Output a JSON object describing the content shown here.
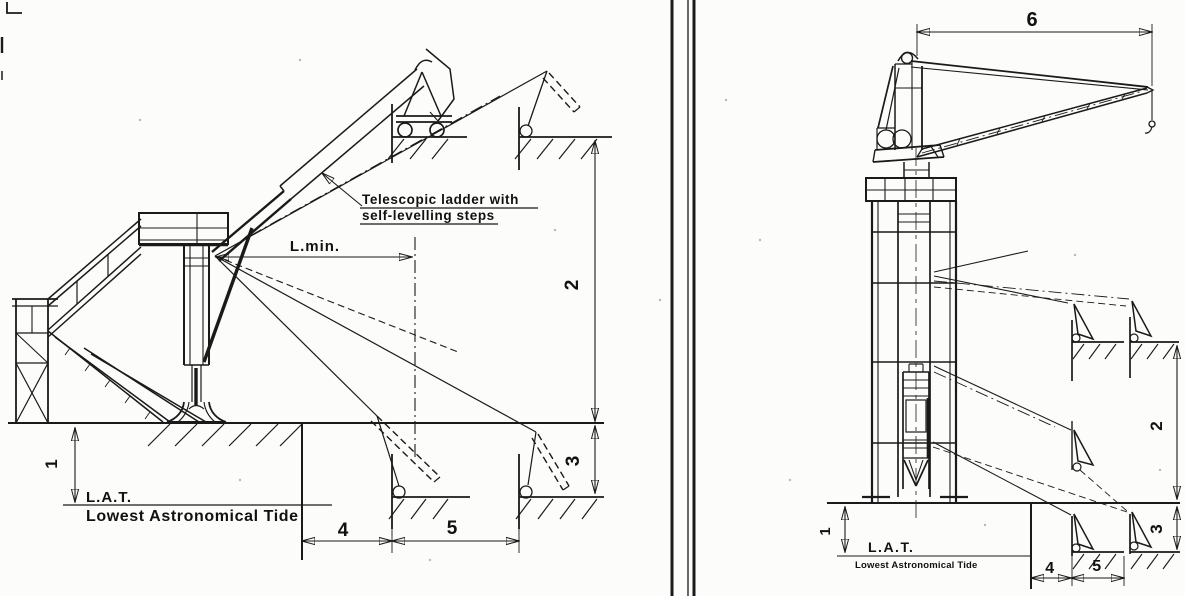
{
  "palette": {
    "ink": "#1a1a1a",
    "paper": "#fcfcfa"
  },
  "left_view": {
    "callout": {
      "line1": "Telescopic ladder with",
      "line2": "self-levelling steps"
    },
    "dim_lmin_label": "L.min.",
    "lat": {
      "abbr": "L.A.T.",
      "full": "Lowest Astronomical Tide"
    },
    "dims": {
      "d1": "1",
      "d2": "2",
      "d3": "3",
      "d4": "4",
      "d5": "5"
    }
  },
  "right_view": {
    "lat": {
      "abbr": "L.A.T.",
      "full": "Lowest Astronomical Tide"
    },
    "dims": {
      "d1": "1",
      "d2": "2",
      "d3": "3",
      "d4": "4",
      "d5": "5",
      "d6": "6"
    }
  }
}
